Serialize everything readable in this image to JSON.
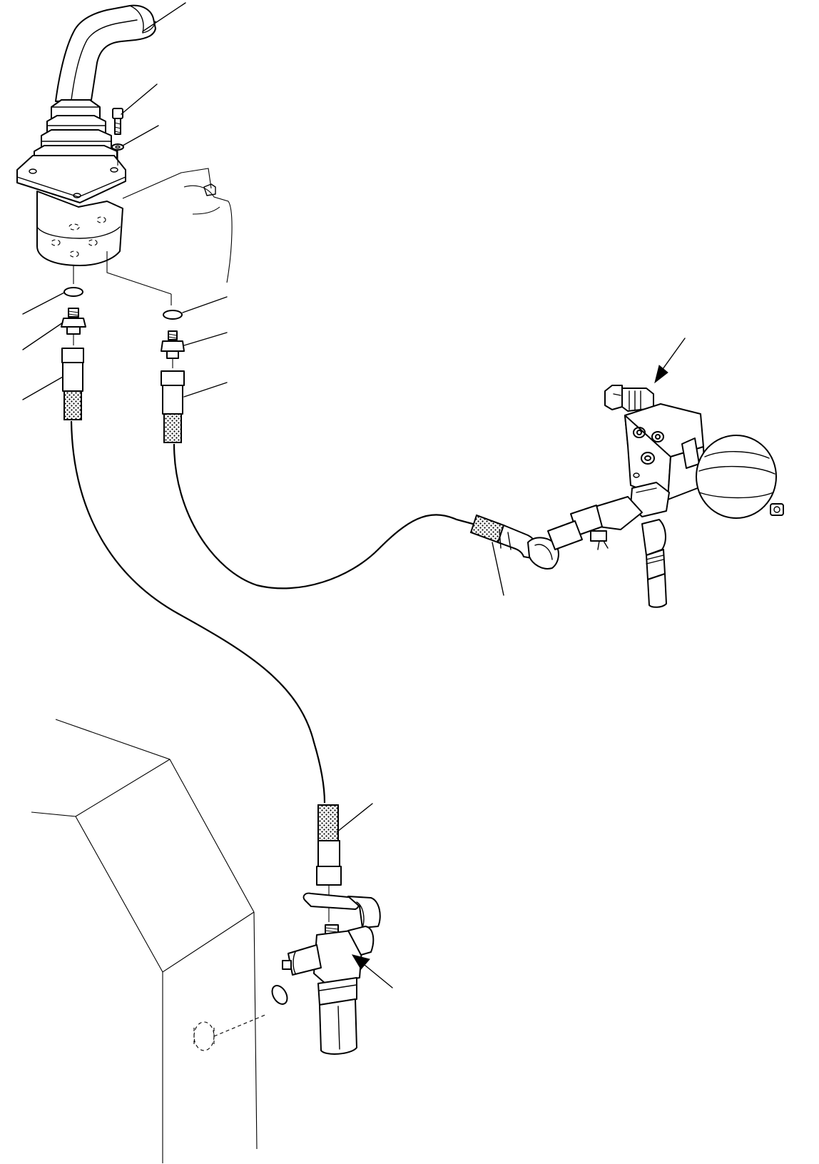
{
  "diagram": {
    "background": "#ffffff",
    "line_color": "#000000",
    "parts": [
      {
        "id": "joystick-lever"
      },
      {
        "id": "joystick-boot"
      },
      {
        "id": "mounting-bolt"
      },
      {
        "id": "washer"
      },
      {
        "id": "valve-body"
      },
      {
        "id": "o-ring-left"
      },
      {
        "id": "adapter-left"
      },
      {
        "id": "hose-fitting-left"
      },
      {
        "id": "o-ring-right"
      },
      {
        "id": "adapter-right"
      },
      {
        "id": "hose-fitting-right"
      },
      {
        "id": "pilot-hose-a"
      },
      {
        "id": "pilot-hose-b"
      },
      {
        "id": "elbow-fitting"
      },
      {
        "id": "solenoid-valve-block"
      },
      {
        "id": "accumulator"
      },
      {
        "id": "tee-fitting-upper"
      },
      {
        "id": "hose-fitting-lower"
      },
      {
        "id": "tee-fitting-lower"
      },
      {
        "id": "o-ring-lower"
      },
      {
        "id": "control-valve-housing"
      }
    ],
    "leader_count": 11,
    "arrow_count": 2
  }
}
